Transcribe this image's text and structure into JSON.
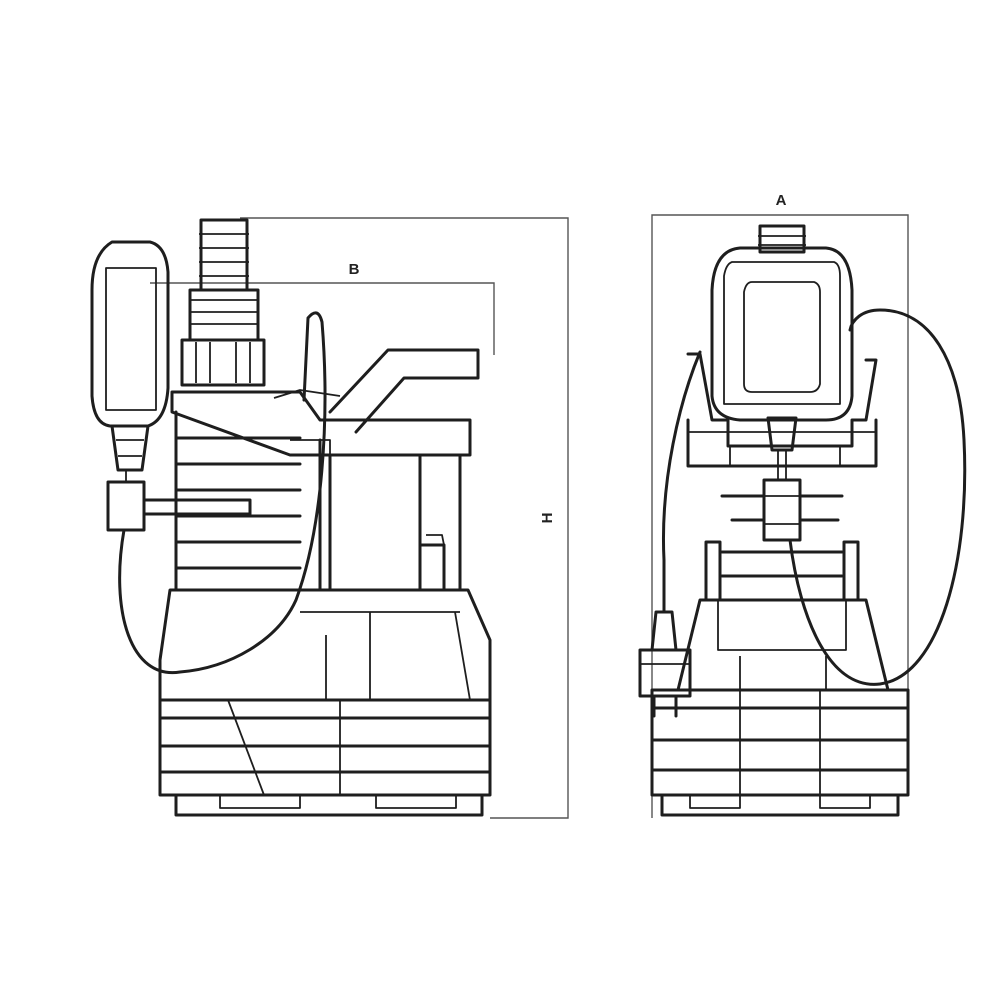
{
  "dimensions": {
    "width_label": "A",
    "depth_label": "B",
    "height_label": "H"
  },
  "colors": {
    "line": "#1e1e1e",
    "dimension_line": "#555555",
    "background": "#ffffff"
  }
}
